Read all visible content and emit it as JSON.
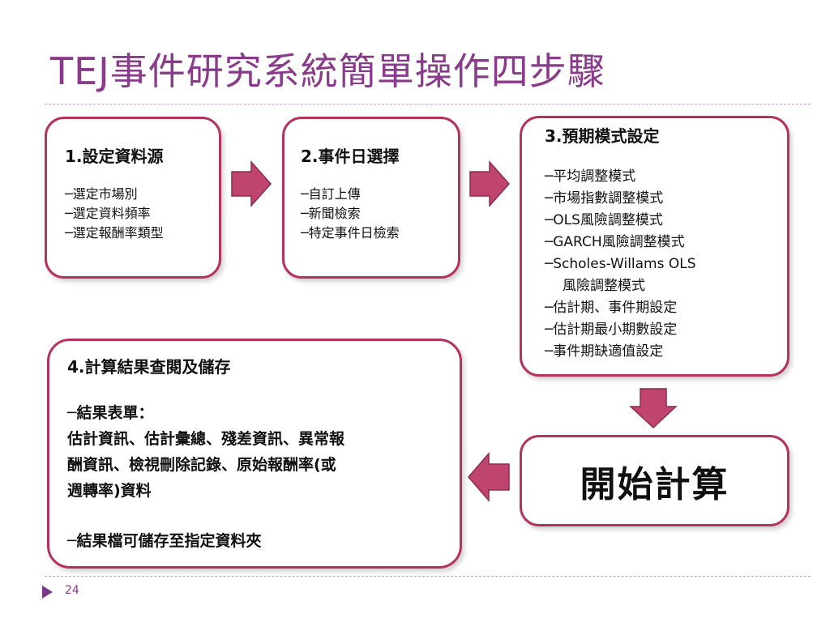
{
  "title": "TEJ事件研究系統簡單操作四步驟",
  "step1": {
    "head": "1.設定資料源",
    "items": [
      "─選定市場別",
      "─選定資料頻率",
      "─選定報酬率類型"
    ]
  },
  "step2": {
    "head": "2.事件日選擇",
    "items": [
      "─自訂上傳",
      "─新聞檢索",
      "─特定事件日檢索"
    ]
  },
  "step3": {
    "head": "3.預期模式設定",
    "items": [
      "─平均調整模式",
      "─市場指數調整模式",
      "─OLS風險調整模式",
      "─GARCH風險調整模式",
      "─Scholes-Willams OLS",
      "風險調整模式",
      "─估計期、事件期設定",
      "─估計期最小期數設定",
      "─事件期缺適值設定"
    ]
  },
  "step4": {
    "head": "4.計算結果查閱及儲存",
    "line1": "─結果表單：",
    "line2": "估計資訊、估計彙總、殘差資訊、異常報",
    "line3": "酬資訊、檢視刪除記錄、原始報酬率(或",
    "line4": "週轉率)資料",
    "line5": "─結果檔可儲存至指定資料夾"
  },
  "start": {
    "label": "開始計算"
  },
  "footer": {
    "page_number": "24"
  },
  "colors": {
    "title": "#8a3a8a",
    "border": "#b5325f",
    "arrow": "#c0456e"
  }
}
